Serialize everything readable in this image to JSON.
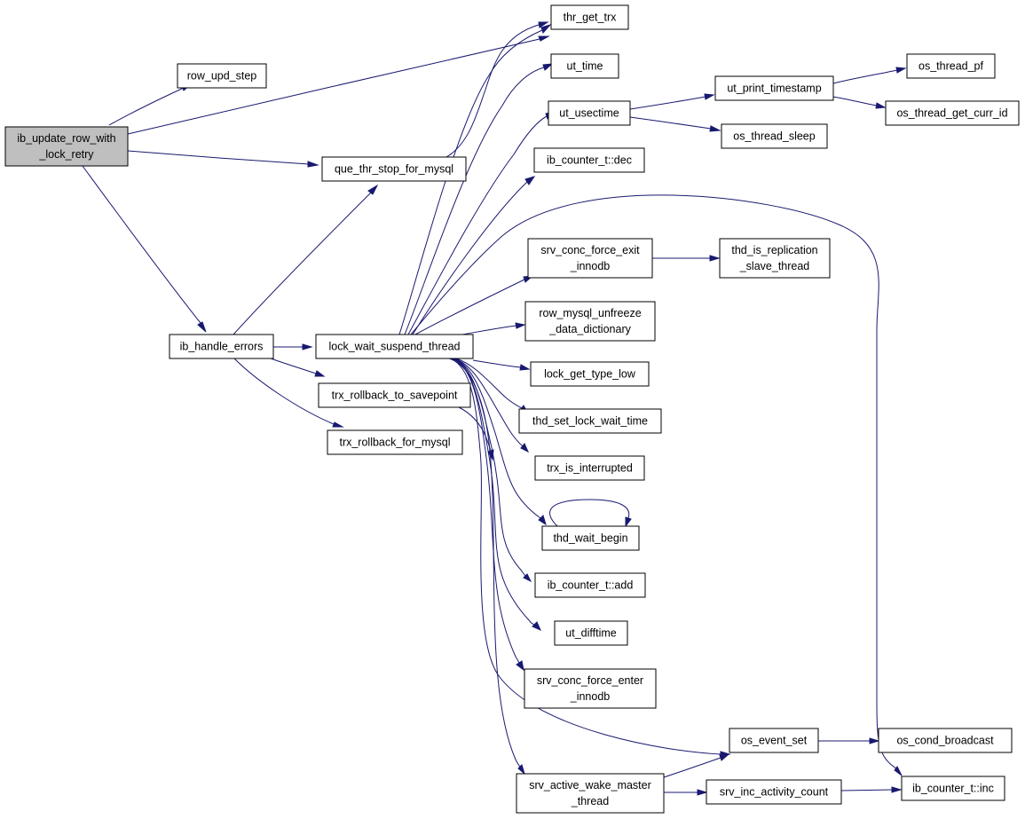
{
  "nodes": {
    "ib_update_row_with_lock_retry": [
      "ib_update_row_with",
      "_lock_retry"
    ],
    "row_upd_step": [
      "row_upd_step"
    ],
    "thr_get_trx": [
      "thr_get_trx"
    ],
    "que_thr_stop_for_mysql": [
      "que_thr_stop_for_mysql"
    ],
    "ib_handle_errors": [
      "ib_handle_errors"
    ],
    "lock_wait_suspend_thread": [
      "lock_wait_suspend_thread"
    ],
    "trx_rollback_to_savepoint": [
      "trx_rollback_to_savepoint"
    ],
    "trx_rollback_for_mysql": [
      "trx_rollback_for_mysql"
    ],
    "ut_time": [
      "ut_time"
    ],
    "ut_usectime": [
      "ut_usectime"
    ],
    "ut_print_timestamp": [
      "ut_print_timestamp"
    ],
    "os_thread_pf": [
      "os_thread_pf"
    ],
    "os_thread_get_curr_id": [
      "os_thread_get_curr_id"
    ],
    "os_thread_sleep": [
      "os_thread_sleep"
    ],
    "ib_counter_dec": [
      "ib_counter_t::dec"
    ],
    "srv_conc_force_exit_innodb": [
      "srv_conc_force_exit",
      "_innodb"
    ],
    "thd_is_replication_slave_thread": [
      "thd_is_replication",
      "_slave_thread"
    ],
    "row_mysql_unfreeze_data_dictionary": [
      "row_mysql_unfreeze",
      "_data_dictionary"
    ],
    "lock_get_type_low": [
      "lock_get_type_low"
    ],
    "thd_set_lock_wait_time": [
      "thd_set_lock_wait_time"
    ],
    "trx_is_interrupted": [
      "trx_is_interrupted"
    ],
    "thd_wait_begin": [
      "thd_wait_begin"
    ],
    "ib_counter_add": [
      "ib_counter_t::add"
    ],
    "ut_difftime": [
      "ut_difftime"
    ],
    "srv_conc_force_enter_innodb": [
      "srv_conc_force_enter",
      "_innodb"
    ],
    "os_event_set": [
      "os_event_set"
    ],
    "os_cond_broadcast": [
      "os_cond_broadcast"
    ],
    "srv_active_wake_master_thread": [
      "srv_active_wake_master",
      "_thread"
    ],
    "srv_inc_activity_count": [
      "srv_inc_activity_count"
    ],
    "ib_counter_inc": [
      "ib_counter_t::inc"
    ]
  },
  "colors": {
    "edge": "#191970",
    "root_fill": "#bfbfbf",
    "node_fill": "#ffffff",
    "node_border": "#000000"
  }
}
